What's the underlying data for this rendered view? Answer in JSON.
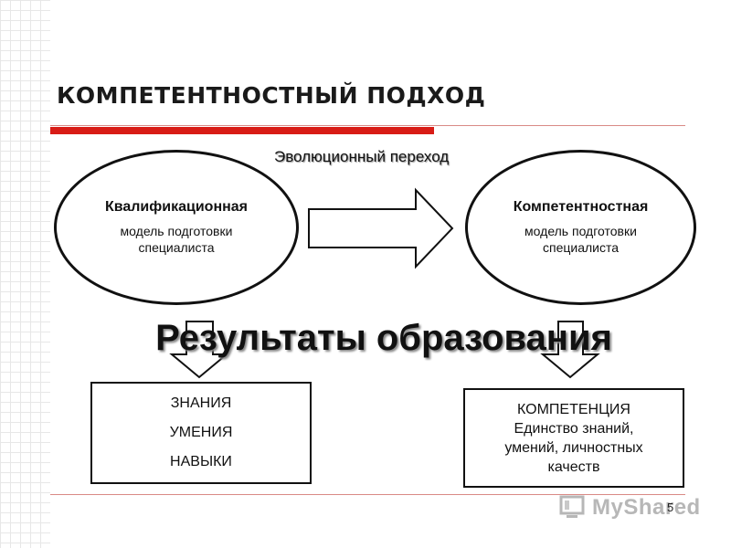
{
  "slide": {
    "title": "КОМПЕТЕНТНОСТНЫЙ ПОДХОД",
    "page_number": "5",
    "footer_logo": "MyShared"
  },
  "diagram": {
    "transition_label": "Эволюционный переход",
    "left_model": {
      "name": "Квалификационная",
      "description": "модель подготовки специалиста"
    },
    "right_model": {
      "name": "Компетентностная",
      "description": "модель подготовки специалиста"
    },
    "results_heading": "Результаты образования",
    "left_results": [
      "ЗНАНИЯ",
      "УМЕНИЯ",
      "НАВЫКИ"
    ],
    "right_results": [
      "КОМПЕТЕНЦИЯ",
      "Единство знаний,",
      "умений, личностных",
      "качеств"
    ]
  },
  "colors": {
    "accent_red": "#d81c16",
    "rule_line": "#d98a86",
    "ink": "#111111"
  },
  "icons": [
    "arrow-right-icon",
    "arrow-down-icon",
    "logo-icon"
  ]
}
